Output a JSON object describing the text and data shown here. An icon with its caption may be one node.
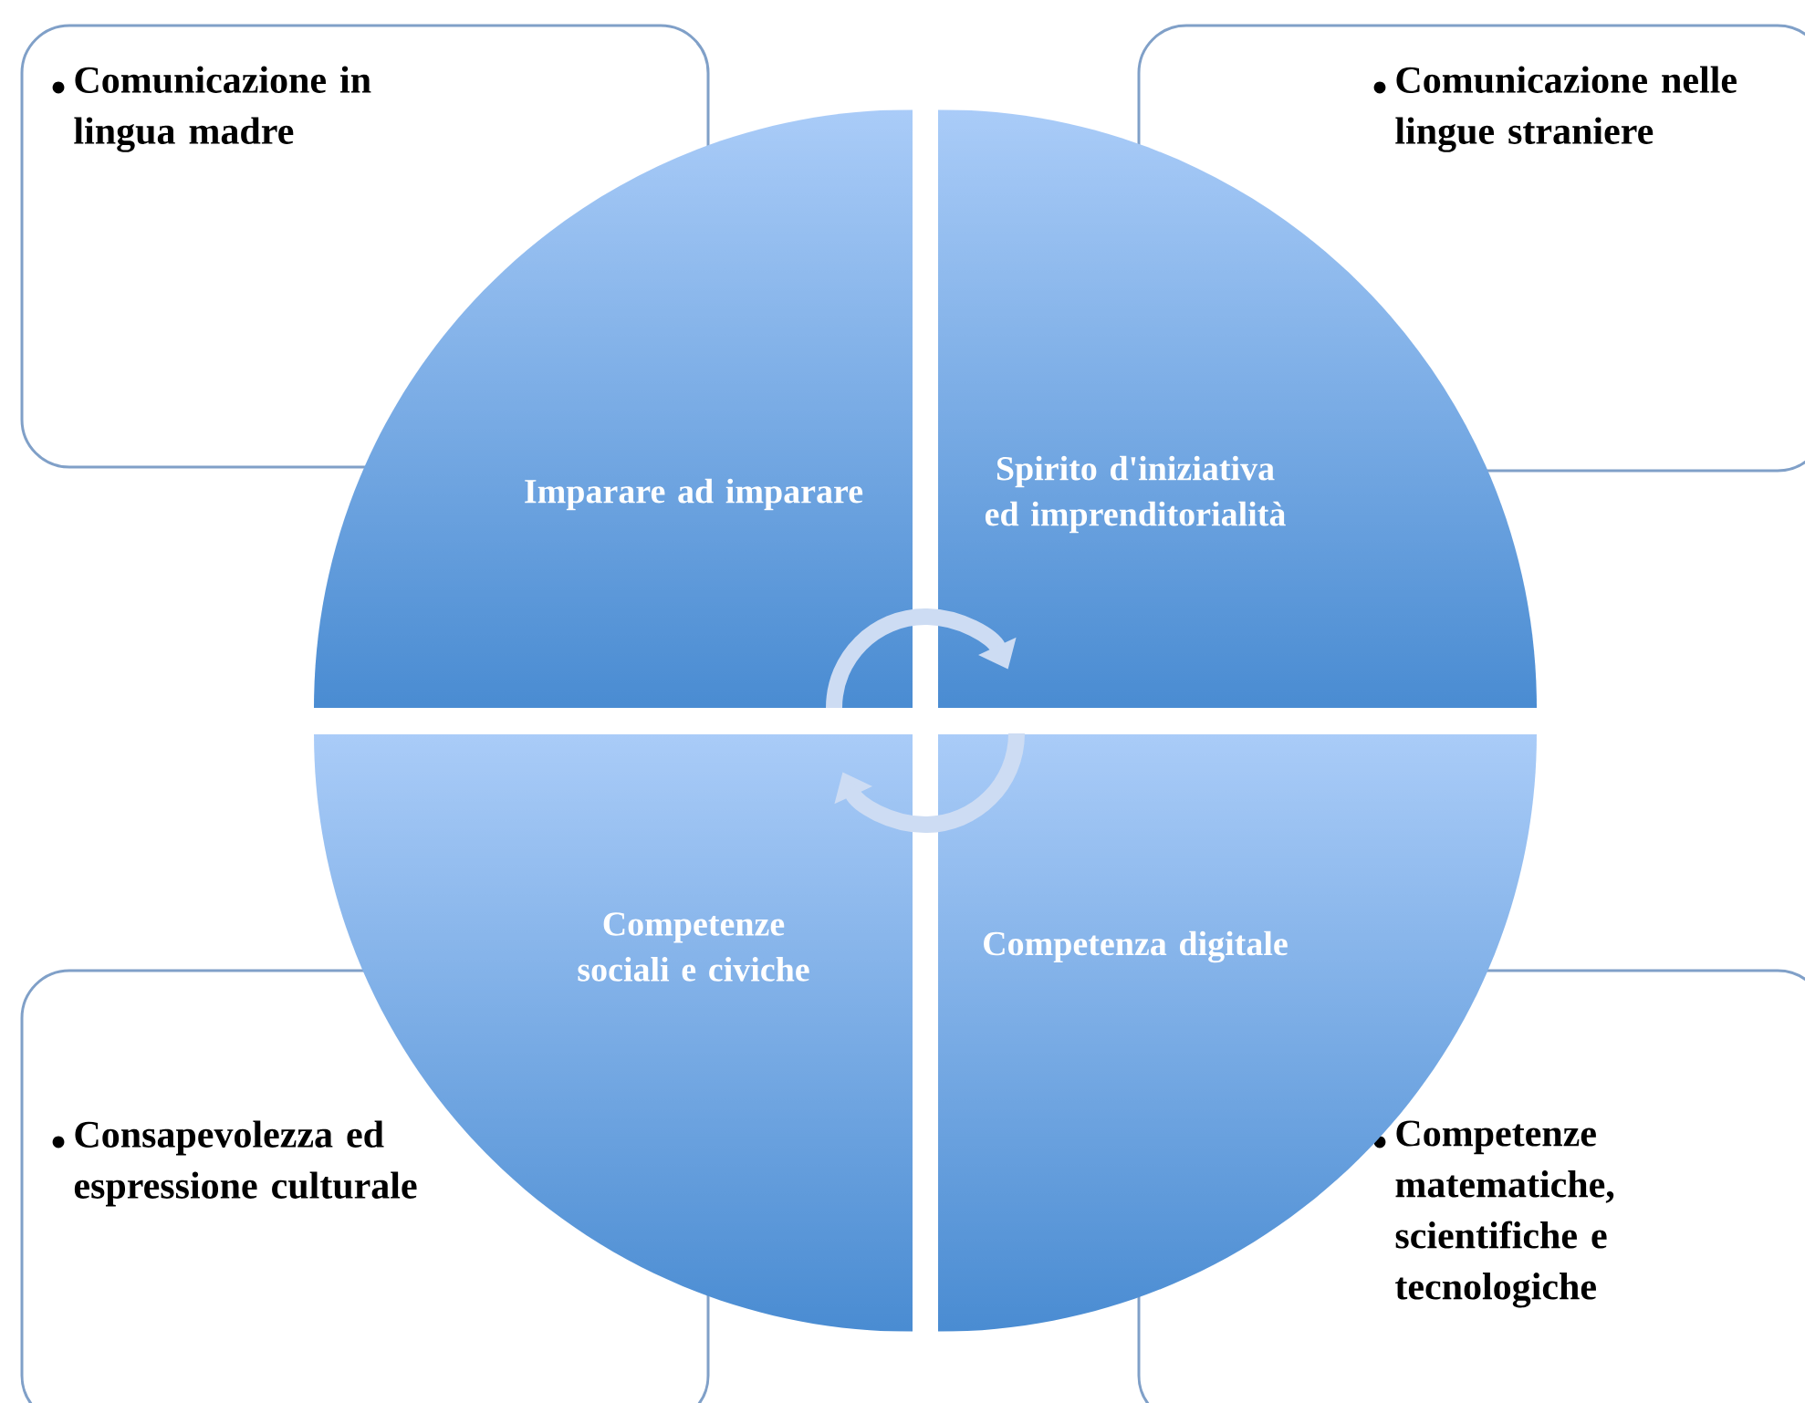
{
  "diagram": {
    "nodes": [
      {
        "text": [
          "Comunicazione in lingua madre"
        ]
      },
      {
        "text": [
          "Comunicazione nelle lingue straniere"
        ]
      },
      {
        "text": [
          "Imparare ad imparare"
        ]
      },
      {
        "text": [
          "Spirito d'iniziativa ed imprenditorialità"
        ]
      },
      {
        "text": [
          "Competenze sociali e civiche"
        ]
      },
      {
        "text": [
          "Competenza digitale"
        ]
      },
      {
        "text": [
          "Consapevolezza ed espressione culturale"
        ]
      },
      {
        "text": [
          "Competenze matematiche, scientifiche e tecnologiche"
        ]
      }
    ]
  }
}
